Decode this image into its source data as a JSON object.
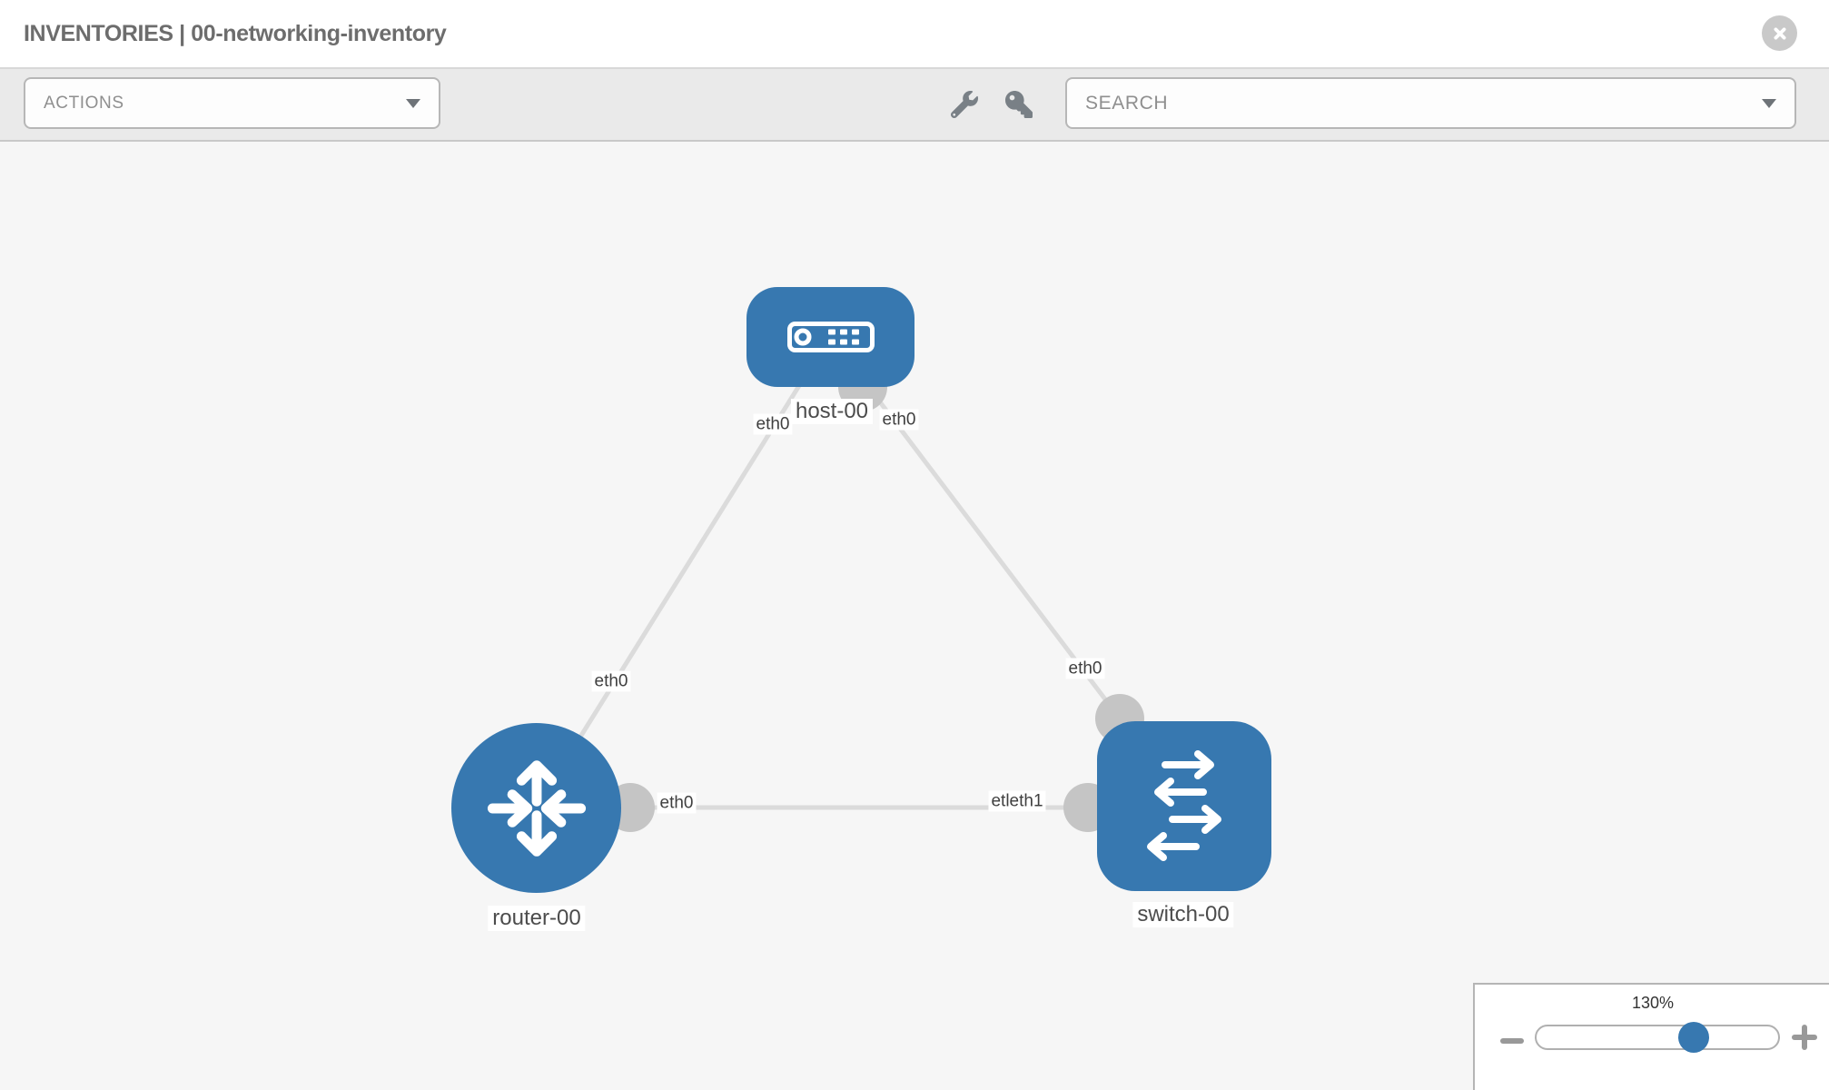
{
  "header": {
    "title": "INVENTORIES | 00-networking-inventory"
  },
  "toolbar": {
    "actions_label": "ACTIONS",
    "search_label": "SEARCH"
  },
  "topology": {
    "nodes": {
      "host": {
        "label": "host-00",
        "type": "host"
      },
      "router": {
        "label": "router-00",
        "type": "router"
      },
      "switch": {
        "label": "switch-00",
        "type": "switch"
      }
    },
    "link_labels": [
      {
        "text": "eth0",
        "location": "host-side-left"
      },
      {
        "text": "eth0",
        "location": "host-side-right"
      },
      {
        "text": "eth0",
        "location": "router-host-link"
      },
      {
        "text": "eth0",
        "location": "host-switch-link"
      },
      {
        "text": "eth0",
        "location": "router-switch-link-near-router"
      },
      {
        "text": "etleth1",
        "location": "router-switch-link-near-switch"
      }
    ],
    "colors": {
      "node_fill": "#3778b0",
      "link_stroke": "#dbdbdb",
      "interface_dot": "#c5c5c5"
    }
  },
  "zoom_control": {
    "level": "130%"
  }
}
